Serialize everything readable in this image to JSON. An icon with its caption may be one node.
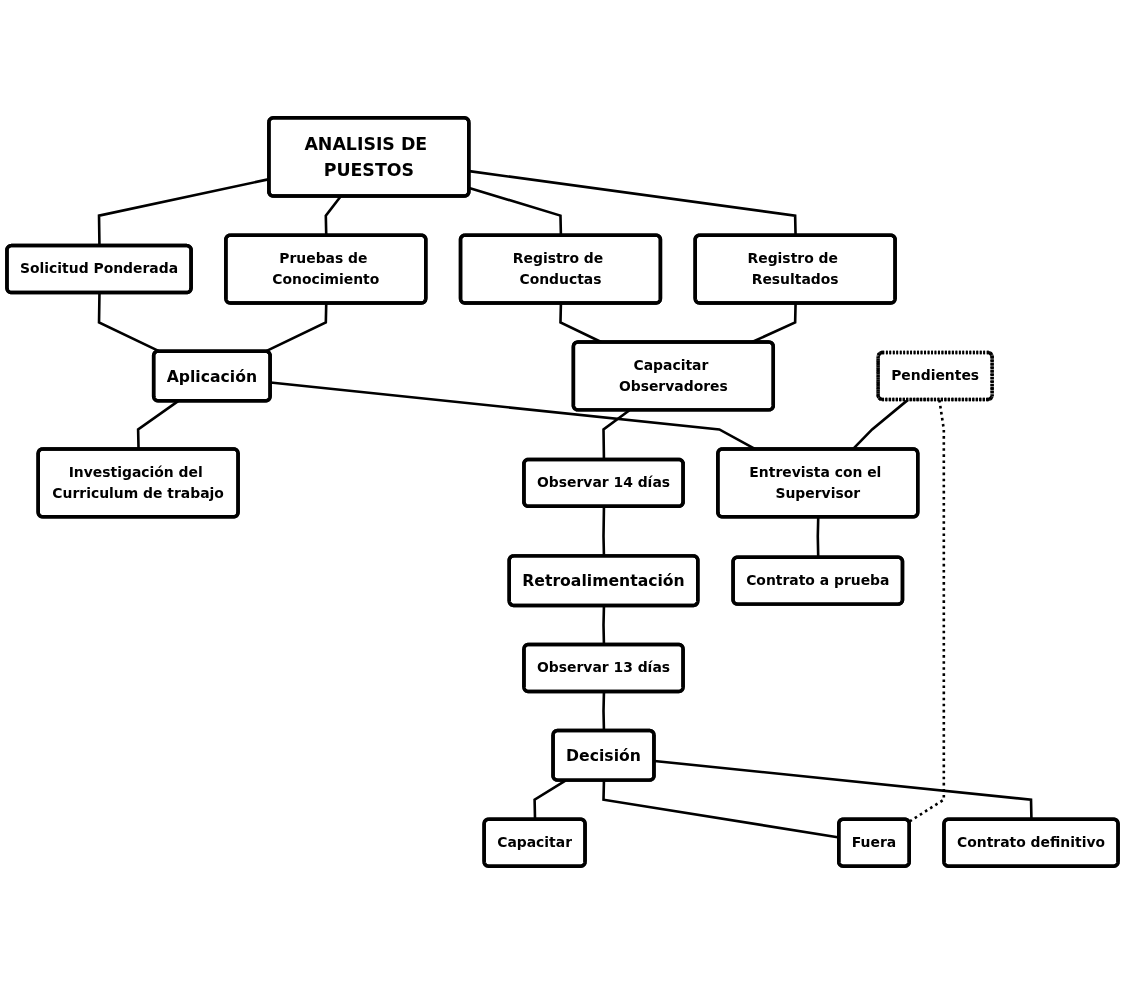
{
  "diagram": {
    "nodes": [
      {
        "text": [
          "ANALISIS DE PUESTOS"
        ]
      },
      {
        "text": [
          "Solicitud Ponderada"
        ]
      },
      {
        "text": [
          "Pruebas de Conocimiento"
        ]
      },
      {
        "text": [
          "Registro de Conductas"
        ]
      },
      {
        "text": [
          "Registro de Resultados"
        ]
      },
      {
        "text": [
          "Pendientes"
        ]
      },
      {
        "text": [
          "Aplicación"
        ]
      },
      {
        "text": [
          "Investigación del Curriculum de trabajo"
        ]
      },
      {
        "text": [
          "Capacitar Observadores"
        ]
      },
      {
        "text": [
          "Observar 14 días"
        ]
      },
      {
        "text": [
          "Retroalimentación"
        ]
      },
      {
        "text": [
          "Entrevista con el Supervisor"
        ]
      },
      {
        "text": [
          "Observar 13 días"
        ]
      },
      {
        "text": [
          "Contrato a prueba"
        ]
      },
      {
        "text": [
          "Capacitar"
        ]
      },
      {
        "text": [
          "Decisión"
        ]
      },
      {
        "text": [
          "Fuera"
        ]
      },
      {
        "text": [
          "Contrato definitivo"
        ]
      }
    ],
    "edges": [
      {
        "from": 0,
        "to": 1,
        "arrow": "none"
      },
      {
        "from": 0,
        "to": 2,
        "arrow": "none"
      },
      {
        "from": 0,
        "to": 3,
        "arrow": "none"
      },
      {
        "from": 0,
        "to": 4,
        "arrow": "none"
      },
      {
        "from": 1,
        "to": 6,
        "arrow": "none"
      },
      {
        "from": 2,
        "to": 6,
        "arrow": "none"
      },
      {
        "from": 3,
        "to": 8,
        "arrow": "none"
      },
      {
        "from": 4,
        "to": 8,
        "arrow": "none"
      },
      {
        "from": 6,
        "to": 7,
        "arrow": "none"
      },
      {
        "from": 6,
        "to": 11,
        "arrow": "none"
      },
      {
        "from": 5,
        "to": 11,
        "arrow": "none"
      },
      {
        "from": 8,
        "to": 9,
        "arrow": "none"
      },
      {
        "from": 9,
        "to": 10,
        "arrow": "none"
      },
      {
        "from": 10,
        "to": 12,
        "arrow": "none"
      },
      {
        "from": 11,
        "to": 13,
        "arrow": "none"
      },
      {
        "from": 12,
        "to": 15,
        "arrow": "none"
      },
      {
        "from": 15,
        "to": 14,
        "arrow": "none"
      },
      {
        "from": 15,
        "to": 16,
        "arrow": "none"
      },
      {
        "from": 15,
        "to": 17,
        "arrow": "none"
      },
      {
        "from": 5,
        "to": 16,
        "arrow": "none",
        "style": "dashed"
      }
    ]
  }
}
